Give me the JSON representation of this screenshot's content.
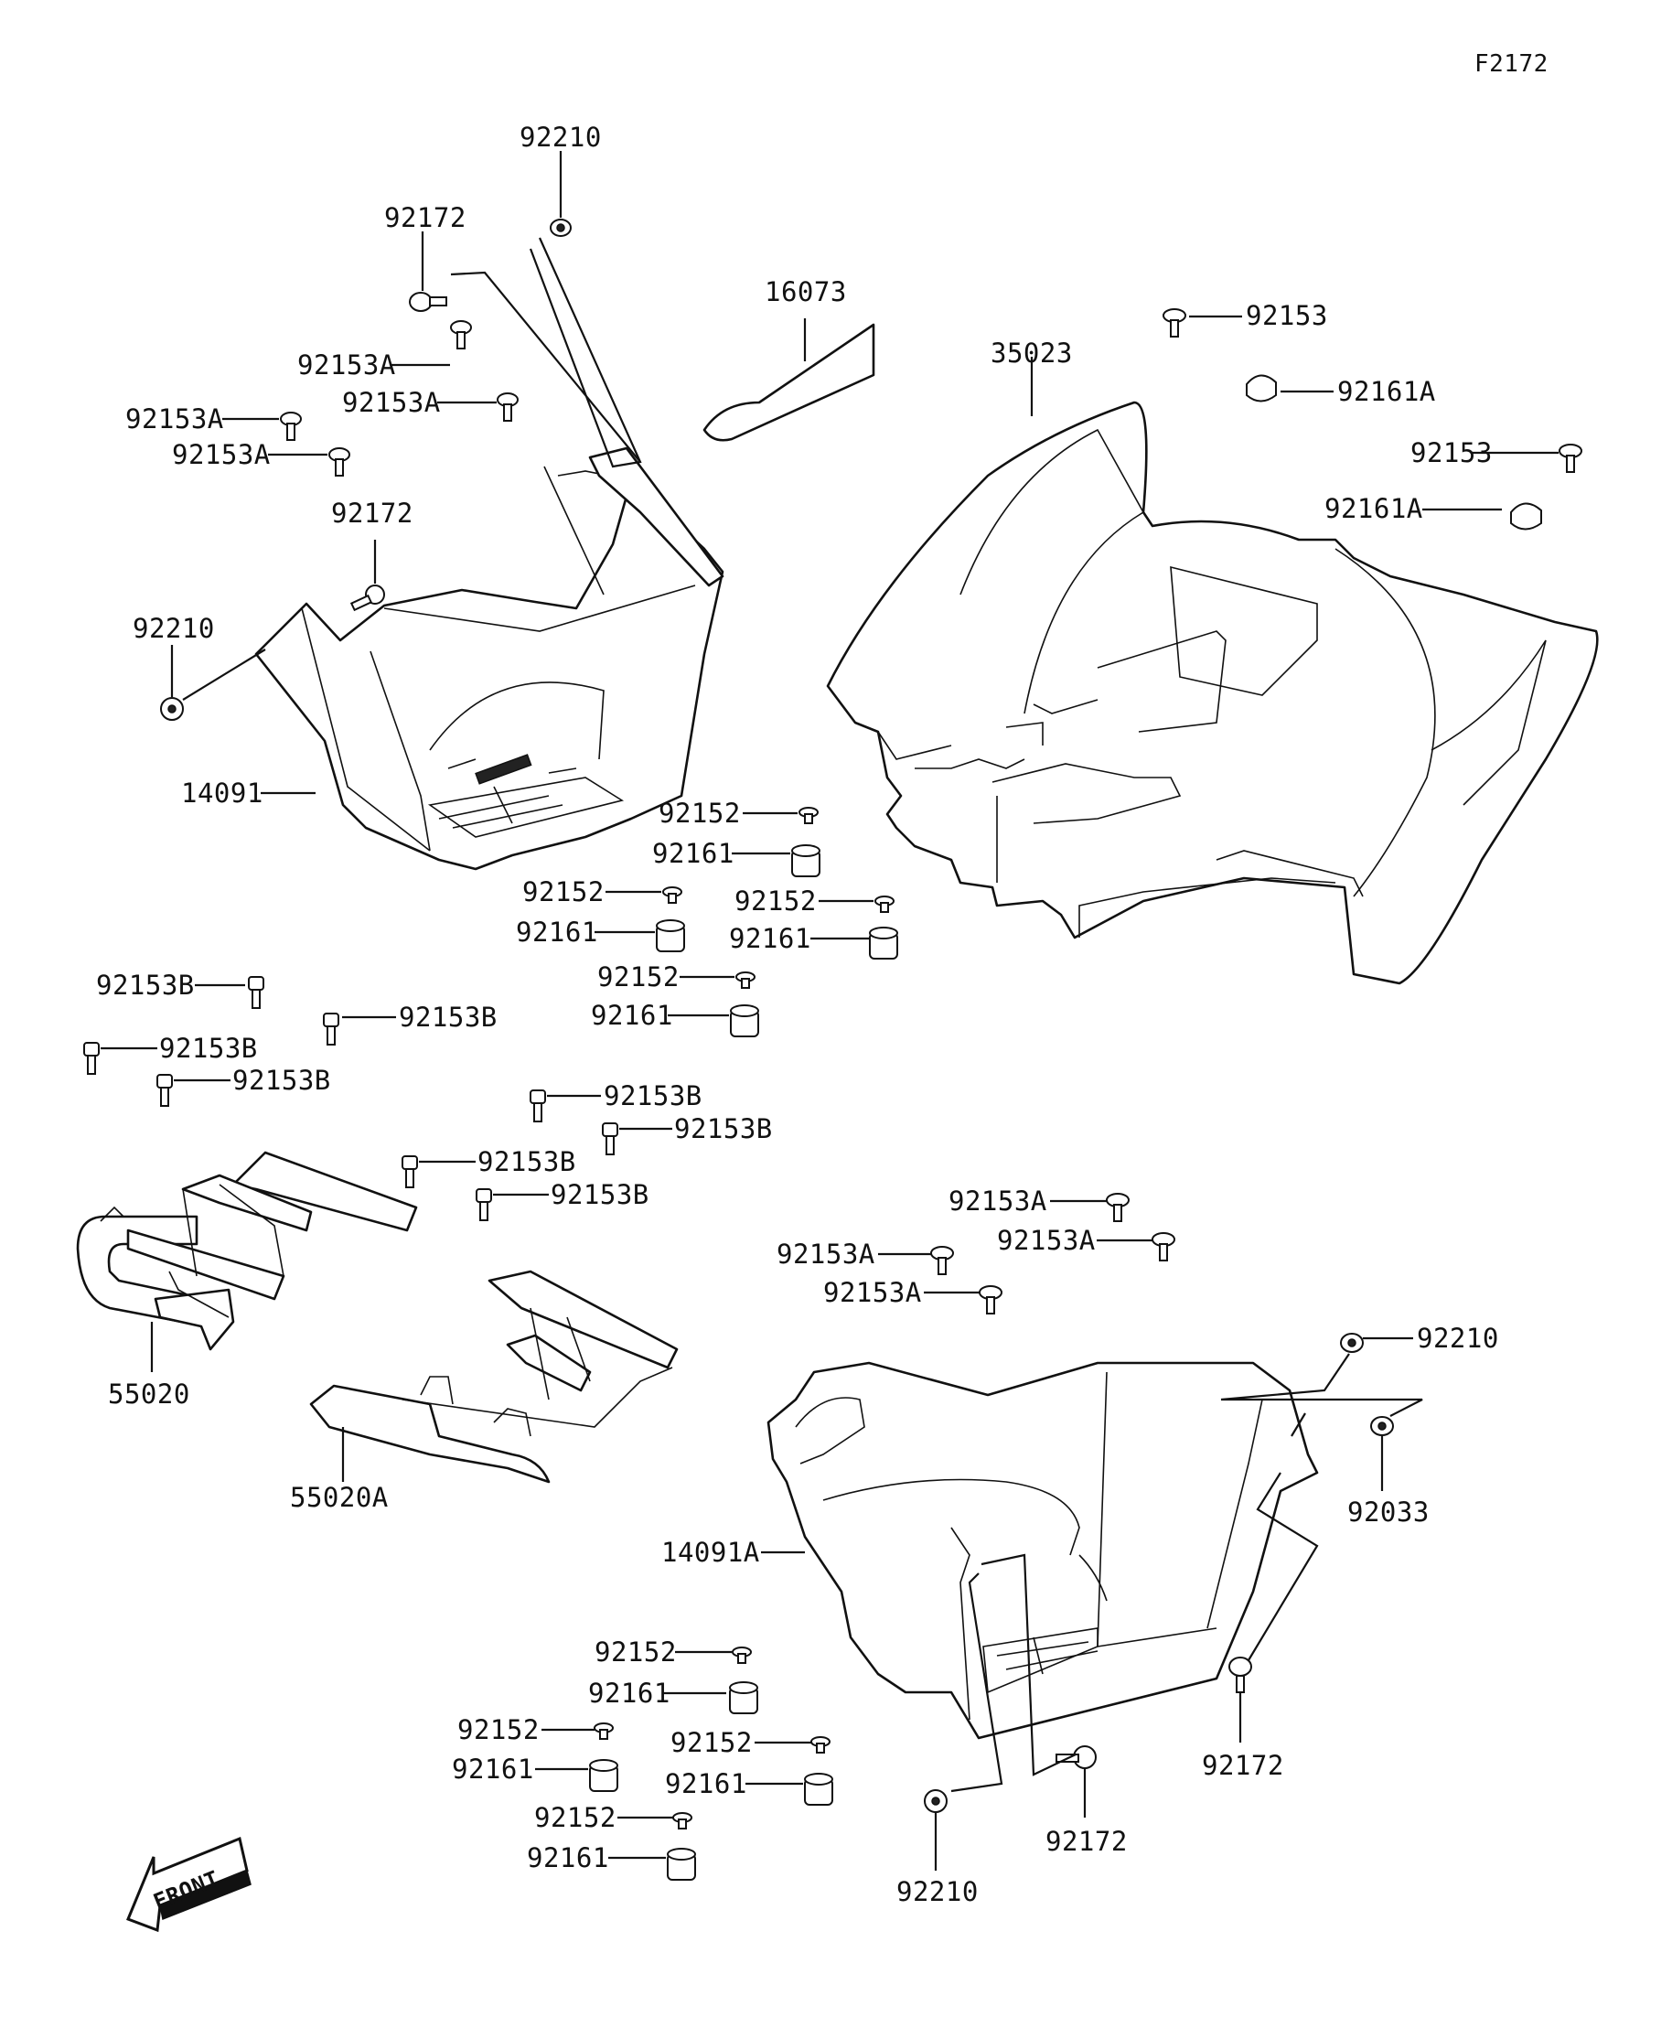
{
  "diagram": {
    "code": "F2172",
    "front_label": "FRONT",
    "labels": [
      {
        "id": "p1",
        "text": "92210"
      },
      {
        "id": "p2",
        "text": "92172"
      },
      {
        "id": "p3",
        "text": "16073"
      },
      {
        "id": "p4",
        "text": "92153"
      },
      {
        "id": "p5",
        "text": "35023"
      },
      {
        "id": "p6",
        "text": "92161A"
      },
      {
        "id": "p7",
        "text": "92153A"
      },
      {
        "id": "p8",
        "text": "92153A"
      },
      {
        "id": "p9",
        "text": "92153A"
      },
      {
        "id": "p10",
        "text": "92153A"
      },
      {
        "id": "p11",
        "text": "92153"
      },
      {
        "id": "p12",
        "text": "92161A"
      },
      {
        "id": "p13",
        "text": "92172"
      },
      {
        "id": "p14",
        "text": "92210"
      },
      {
        "id": "p15",
        "text": "14091"
      },
      {
        "id": "p16",
        "text": "92152"
      },
      {
        "id": "p17",
        "text": "92161"
      },
      {
        "id": "p18",
        "text": "92152"
      },
      {
        "id": "p19",
        "text": "92152"
      },
      {
        "id": "p20",
        "text": "92161"
      },
      {
        "id": "p21",
        "text": "92161"
      },
      {
        "id": "p22",
        "text": "92152"
      },
      {
        "id": "p23",
        "text": "92161"
      },
      {
        "id": "p24",
        "text": "92153B"
      },
      {
        "id": "p25",
        "text": "92153B"
      },
      {
        "id": "p26",
        "text": "92153B"
      },
      {
        "id": "p27",
        "text": "92153B"
      },
      {
        "id": "p28",
        "text": "92153B"
      },
      {
        "id": "p29",
        "text": "92153B"
      },
      {
        "id": "p30",
        "text": "92153B"
      },
      {
        "id": "p31",
        "text": "92153B"
      },
      {
        "id": "p32",
        "text": "55020"
      },
      {
        "id": "p33",
        "text": "55020A"
      },
      {
        "id": "p34",
        "text": "92153A"
      },
      {
        "id": "p35",
        "text": "92153A"
      },
      {
        "id": "p36",
        "text": "92153A"
      },
      {
        "id": "p37",
        "text": "92153A"
      },
      {
        "id": "p38",
        "text": "92210"
      },
      {
        "id": "p39",
        "text": "92033"
      },
      {
        "id": "p40",
        "text": "14091A"
      },
      {
        "id": "p41",
        "text": "92152"
      },
      {
        "id": "p42",
        "text": "92161"
      },
      {
        "id": "p43",
        "text": "92152"
      },
      {
        "id": "p44",
        "text": "92152"
      },
      {
        "id": "p45",
        "text": "92161"
      },
      {
        "id": "p46",
        "text": "92161"
      },
      {
        "id": "p47",
        "text": "92152"
      },
      {
        "id": "p48",
        "text": "92161"
      },
      {
        "id": "p49",
        "text": "92172"
      },
      {
        "id": "p50",
        "text": "92172"
      },
      {
        "id": "p51",
        "text": "92210"
      }
    ]
  }
}
